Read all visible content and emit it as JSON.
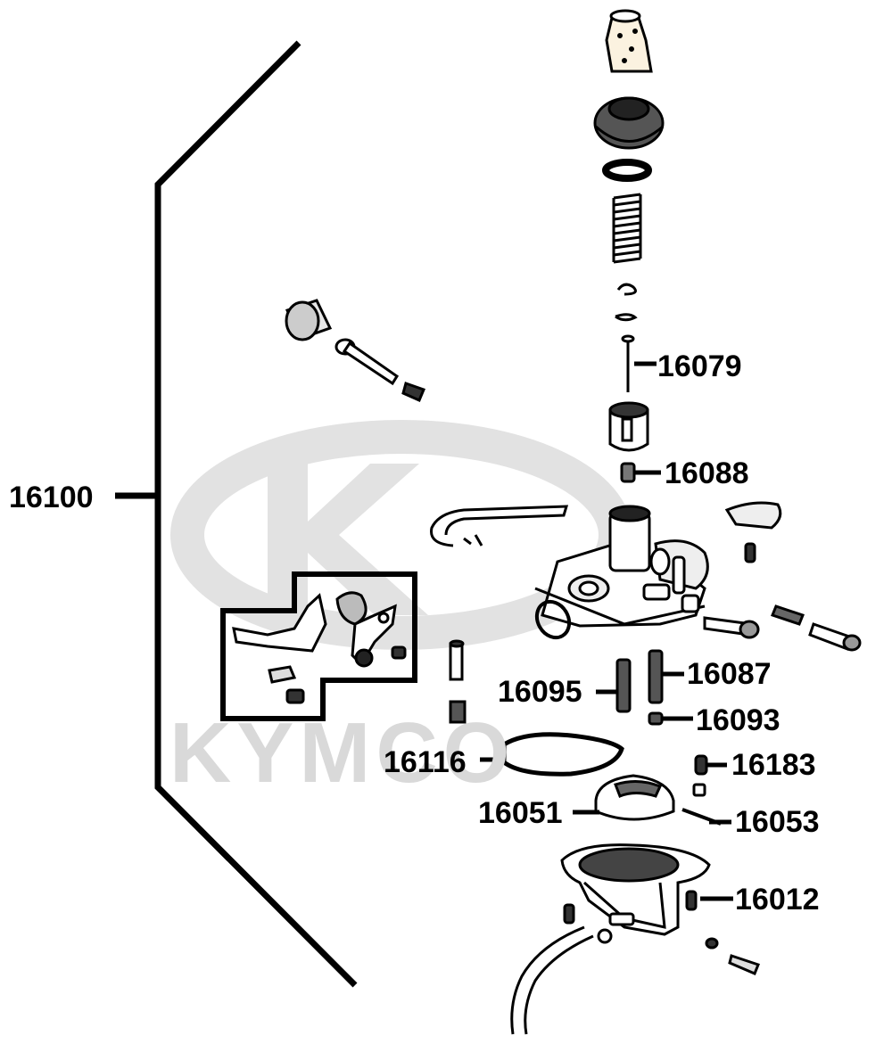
{
  "diagram": {
    "watermark": {
      "brand_text": "KYMCO",
      "logo_name": "kymco-k-logo"
    },
    "colors": {
      "ink": "#000000",
      "watermark": "#d9d9d9",
      "paper": "#ffffff"
    },
    "labels": {
      "assembly": "16100",
      "needle": "16079",
      "needle_jet": "16088",
      "main_jet": "16087",
      "slow_jet": "16095",
      "jet_holder": "16093",
      "gasket": "16116",
      "float": "16051",
      "float_pin": "16053",
      "float_valve": "16183",
      "float_chamber": "16012"
    }
  }
}
